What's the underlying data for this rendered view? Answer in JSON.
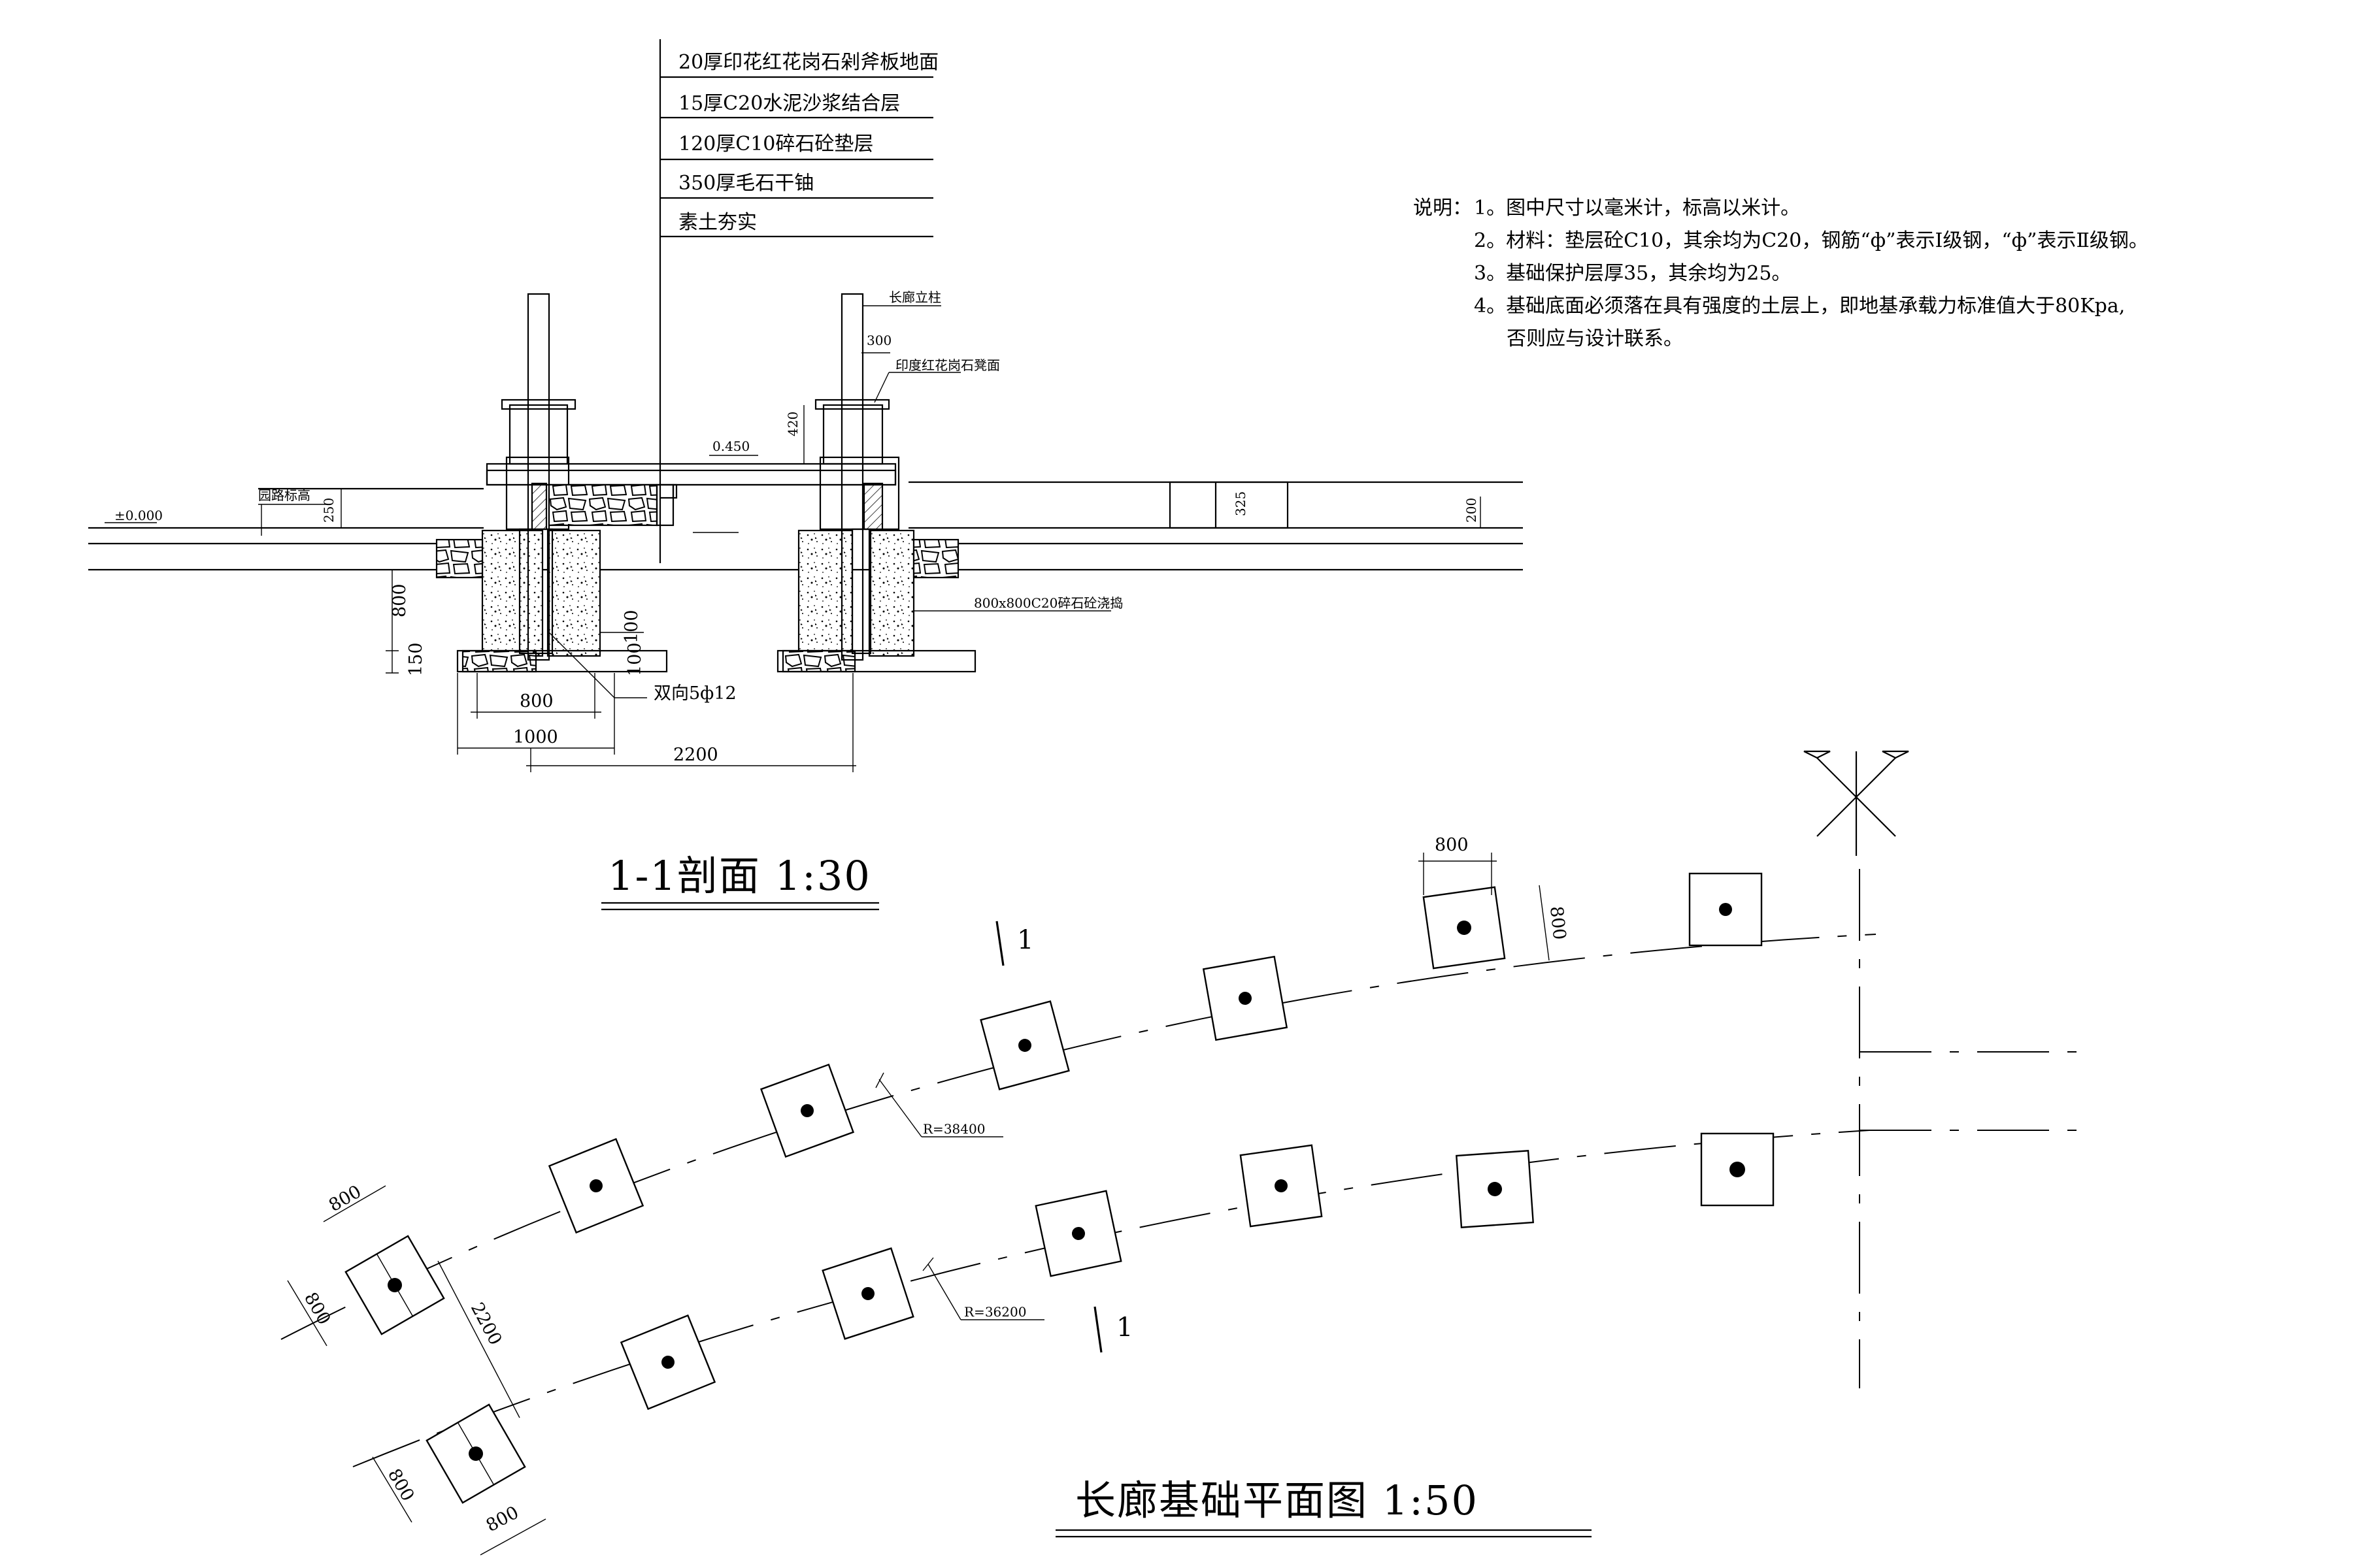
{
  "section": {
    "title": "1-1剖面  1:30",
    "layers": [
      "20厚印花红花岗石剁斧板地面",
      "15厚C20水泥沙浆结合层",
      "120厚C10碎石砼垫层",
      "350厚毛石干铀",
      "素土夯实"
    ],
    "labels": {
      "column": "长廊立柱",
      "seat": "印度红花岗石凳面",
      "road": "园路标高",
      "footing": "800x800C20碎石砼浇捣",
      "rebar": "双向5ф12",
      "datum": "±0.000",
      "level": "0.450"
    },
    "dims": {
      "d300": "300",
      "d420": "420",
      "d250": "250",
      "d325": "325",
      "d200": "200",
      "d800v": "800",
      "d150": "150",
      "d100a": "100",
      "d100b": "100",
      "d800": "800",
      "d1000": "1000",
      "d2200": "2200"
    }
  },
  "notes": {
    "heading": "说明：",
    "items": [
      "1。图中尺寸以毫米计，标高以米计。",
      "2。材料：垫层砼C10，其余均为C20，钢筋“ф”表示Ⅰ级钢，“ф”表示Ⅱ级钢。",
      "3。基础保护层厚35，其余均为25。",
      "4。基础底面必须落在具有强度的土层上，即地基承载力标准值大于80Kpa,",
      "否则应与设计联系。"
    ]
  },
  "plan": {
    "title": "长廊基础平面图   1:50",
    "section_mark": "1",
    "radius_outer": "R=38400",
    "radius_inner": "R=36200",
    "dims": {
      "top_w": "800",
      "top_h": "800",
      "left_w": "800",
      "left_h": "800",
      "span": "2200",
      "bottom_h": "800",
      "bottom_w": "800"
    }
  }
}
